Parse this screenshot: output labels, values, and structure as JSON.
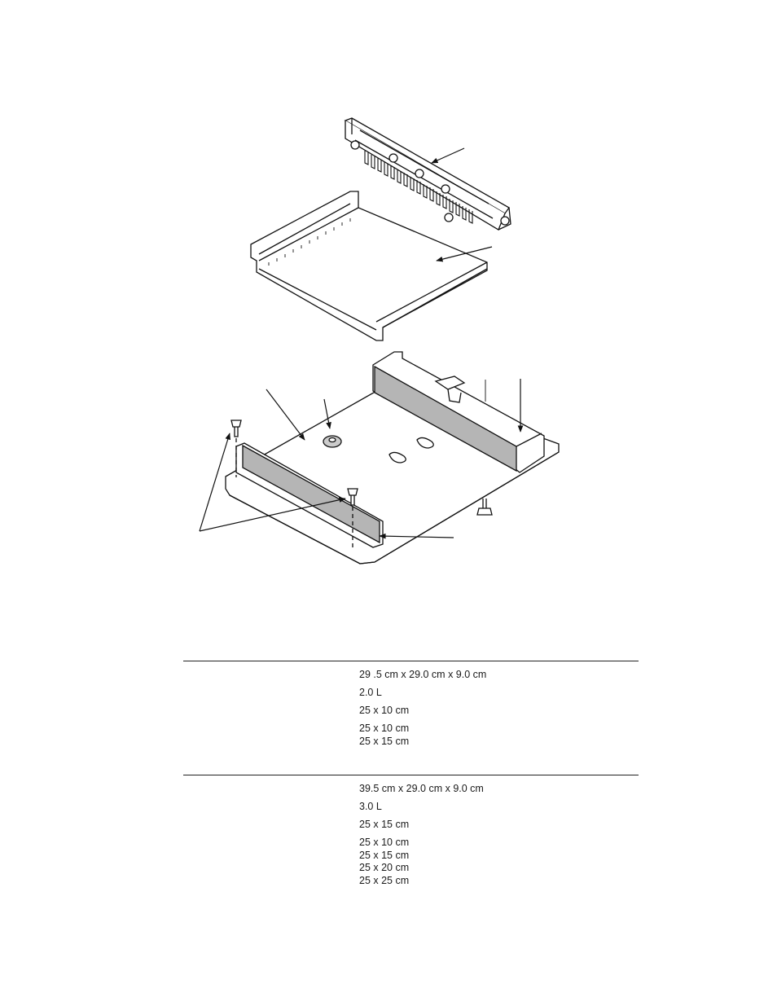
{
  "spec_tables": [
    {
      "rows": [
        {
          "lines": [
            "29 .5 cm x 29.0 cm x 9.0 cm"
          ]
        },
        {
          "lines": [
            "2.0 L"
          ]
        },
        {
          "lines": [
            "25 x 10 cm"
          ]
        },
        {
          "lines": [
            "25 x 10 cm",
            "25 x 15 cm"
          ]
        }
      ]
    },
    {
      "rows": [
        {
          "lines": [
            "39.5 cm x 29.0 cm x 9.0 cm"
          ]
        },
        {
          "lines": [
            "3.0 L"
          ]
        },
        {
          "lines": [
            "25 x 15 cm"
          ]
        },
        {
          "lines": [
            "25 x 10 cm",
            "25 x 15 cm",
            "25 x 20 cm",
            "25 x 25 cm"
          ]
        }
      ]
    }
  ]
}
